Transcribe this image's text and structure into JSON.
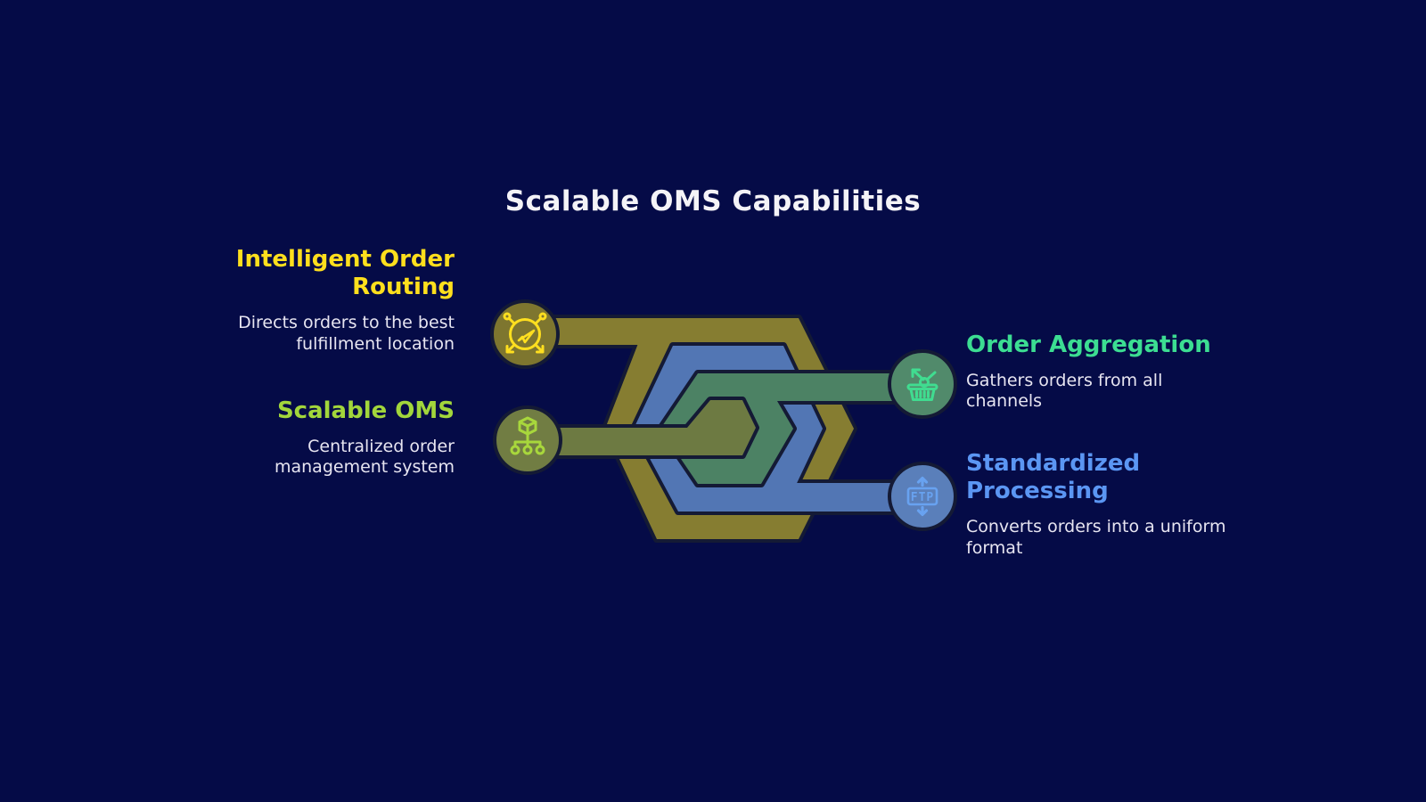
{
  "title": "Scalable OMS Capabilities",
  "diagram": {
    "nodes": [
      {
        "id": "intelligent-order-routing",
        "heading": "Intelligent Order Routing",
        "description": "Directs orders to the best fulfillment location",
        "icon": "route-arrows-icon",
        "heading_color": "#fedf1d"
      },
      {
        "id": "scalable-oms",
        "heading": "Scalable OMS",
        "description": "Centralized order management system",
        "icon": "cube-distribution-icon",
        "heading_color": "#a2d63b"
      },
      {
        "id": "order-aggregation",
        "heading": "Order Aggregation",
        "description": "Gathers orders from all channels",
        "icon": "basket-collect-icon",
        "heading_color": "#3cdd92"
      },
      {
        "id": "standardized-processing",
        "heading": "Standardized Processing",
        "description": "Converts orders into a uniform format",
        "icon": "ftp-transfer-icon",
        "heading_color": "#5b96f3"
      }
    ],
    "ftp_badge_label": "FTP"
  },
  "colors": {
    "bg": "#050b47",
    "title-text": "#f4f3f7",
    "desc-text": "#e7e5f1",
    "outline": "#141a35",
    "olive": "#867d31",
    "olive-circle": "#7e762f",
    "blue": "#5276b4",
    "blue-circle": "#5a7fba",
    "green": "#4c8264",
    "green-circle": "#518a6b",
    "inner-olive": "#6d7a42",
    "inner-olive-circle": "#717d43",
    "heading-yellow": "#fedf1d",
    "heading-lime": "#a2d63b",
    "heading-mint": "#3cdd92",
    "heading-blue": "#5b96f3",
    "icon-yellow": "#ffdf1f",
    "icon-lime": "#a8d73c",
    "icon-mint": "#40dc90",
    "icon-blue": "#68a2f0"
  }
}
